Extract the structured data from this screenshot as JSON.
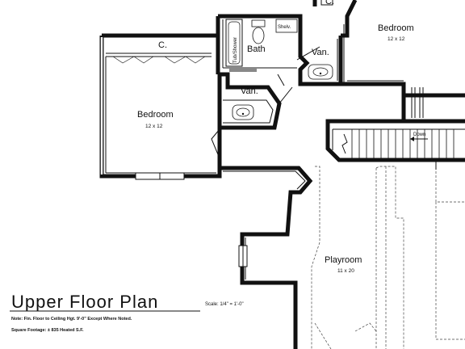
{
  "rooms": {
    "bedroom_left": {
      "name": "Bedroom",
      "size": "12 x 12"
    },
    "bedroom_right": {
      "name": "Bedroom",
      "size": "12 x 12"
    },
    "playroom": {
      "name": "Playroom",
      "size": "11 x 20"
    },
    "bath": {
      "name": "Bath"
    },
    "closet": {
      "name": "C."
    },
    "closet_top": {
      "name": "C."
    },
    "vanity_left": {
      "name": "Van."
    },
    "vanity_right": {
      "name": "Van."
    },
    "shelves": {
      "name": "Shelv."
    },
    "tub": {
      "name": "Tub/Shower"
    }
  },
  "stairs": {
    "label": "Down"
  },
  "footer": {
    "title": "Upper Floor Plan",
    "scale": "Scale: 1/4\" = 1'-0\"",
    "note1": "Note: Fin. Floor to Ceiling Hgt. 9'-0\" Except Where Noted.",
    "note2": "Square Footage: ± 835 Heated S.F."
  }
}
